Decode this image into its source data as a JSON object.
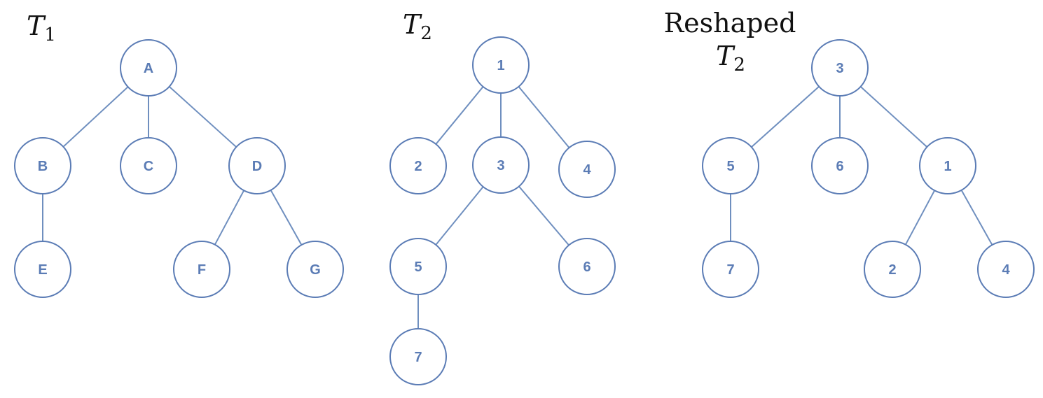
{
  "colors": {
    "node_stroke": "#5b7cb5",
    "node_text": "#5b7cb5",
    "edge": "#6f8fbf",
    "title_text": "#111111",
    "background": "#ffffff"
  },
  "trees": [
    {
      "id": "t1",
      "title": {
        "prefix": "",
        "symbol": "T",
        "subscript": "1"
      },
      "nodes": [
        "A",
        "B",
        "C",
        "D",
        "E",
        "F",
        "G"
      ],
      "edges": [
        [
          "A",
          "B"
        ],
        [
          "A",
          "C"
        ],
        [
          "A",
          "D"
        ],
        [
          "B",
          "E"
        ],
        [
          "D",
          "F"
        ],
        [
          "D",
          "G"
        ]
      ]
    },
    {
      "id": "t2",
      "title": {
        "prefix": "",
        "symbol": "T",
        "subscript": "2"
      },
      "nodes": [
        "1",
        "2",
        "3",
        "4",
        "5",
        "6",
        "7"
      ],
      "edges": [
        [
          "1",
          "2"
        ],
        [
          "1",
          "3"
        ],
        [
          "1",
          "4"
        ],
        [
          "3",
          "5"
        ],
        [
          "3",
          "6"
        ],
        [
          "5",
          "7"
        ]
      ]
    },
    {
      "id": "reshaped",
      "title": {
        "prefix": "Reshaped",
        "symbol": "T",
        "subscript": "2"
      },
      "nodes": [
        "3",
        "5",
        "6",
        "1",
        "7",
        "2",
        "4"
      ],
      "edges": [
        [
          "3",
          "5"
        ],
        [
          "3",
          "6"
        ],
        [
          "3",
          "1"
        ],
        [
          "5",
          "7"
        ],
        [
          "1",
          "2"
        ],
        [
          "1",
          "4"
        ]
      ]
    }
  ]
}
